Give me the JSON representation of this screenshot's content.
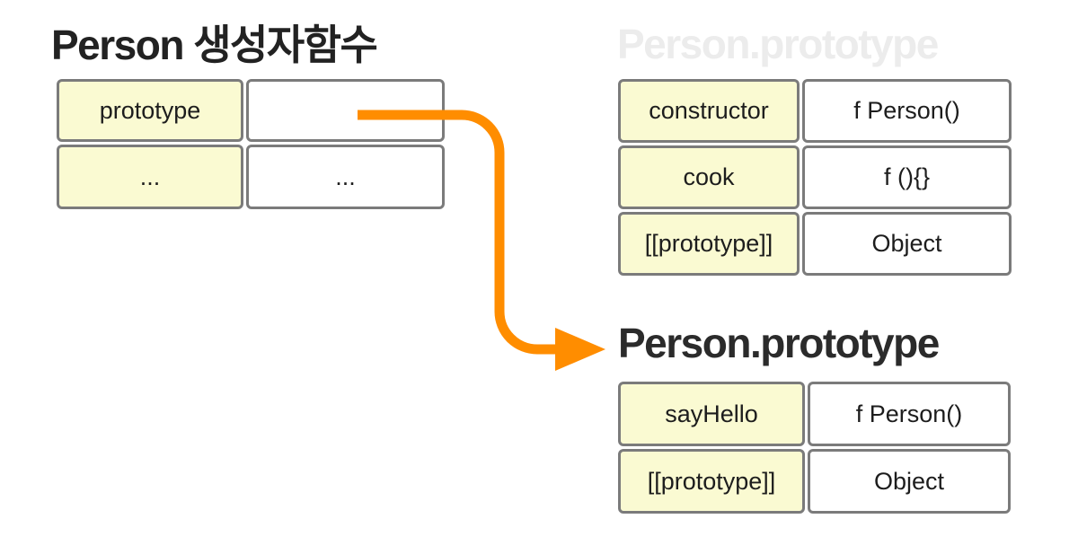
{
  "left": {
    "title": "Person 생성자함수",
    "rows": [
      {
        "key": "prototype",
        "value": ""
      },
      {
        "key": "...",
        "value": "..."
      }
    ]
  },
  "ghost": {
    "title": "Person.prototype",
    "rows": [
      {
        "key": "constructor",
        "value": "f Person()"
      },
      {
        "key": "cook",
        "value": "f (){}"
      },
      {
        "key": "[[prototype]]",
        "value": "Object"
      }
    ]
  },
  "result": {
    "title": "Person.prototype",
    "rows": [
      {
        "key": "sayHello",
        "value": "f Person()"
      },
      {
        "key": "[[prototype]]",
        "value": "Object"
      }
    ]
  },
  "arrow": {
    "color": "#ff8d00"
  },
  "palette": {
    "key_cell_bg": "#fafad2",
    "cell_border": "#7b7b7b",
    "title_color": "#222222",
    "ghost_title_color": "#ececec",
    "text_color": "#1d1d1d"
  }
}
